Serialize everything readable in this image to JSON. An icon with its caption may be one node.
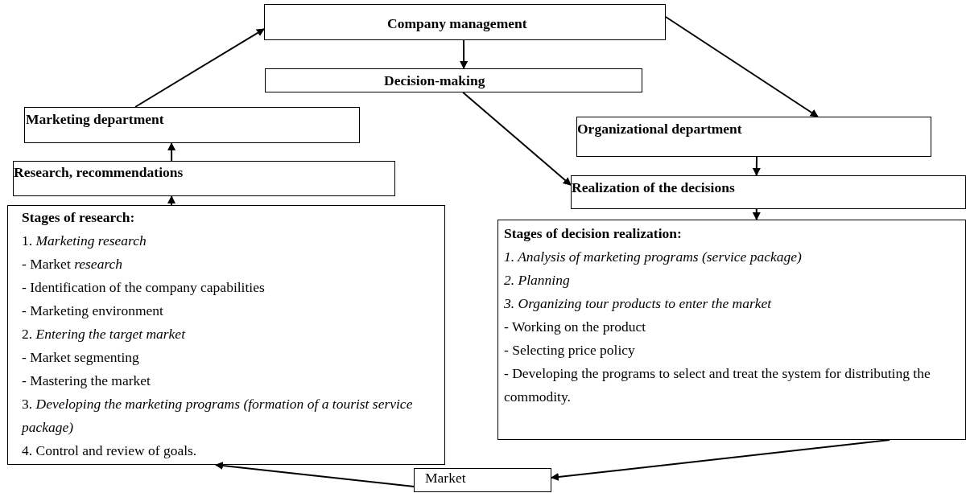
{
  "diagram": {
    "nodes": [
      {
        "text": [
          "Company management"
        ]
      },
      {
        "text": [
          "Decision-making"
        ]
      },
      {
        "text": [
          "Marketing department"
        ]
      },
      {
        "text": [
          "Organizational department"
        ]
      },
      {
        "text": [
          "Research, recommendations"
        ]
      },
      {
        "text": [
          "Realization of the decisions"
        ]
      },
      {
        "text": [
          "Stages of research:",
          "1. *Marketing research*",
          "- Market *research*",
          "- Identification of the company capabilities",
          "- Marketing environment",
          "2. *Entering the target market*",
          "- Market segmenting",
          "- Mastering the market",
          "3. *Developing the marketing programs (formation of a tourist service package)*",
          "4. Control and review of goals."
        ]
      },
      {
        "text": [
          "Stages of decision realization:",
          "*1. Analysis of marketing programs (service package)*",
          "*2. Planning*",
          "*3. Organizing tour products to enter the market*",
          "- Working on the product",
          "- Selecting price policy",
          "- Developing the programs to select and treat the system for distributing the commodity."
        ]
      },
      {
        "text": [
          "Market"
        ]
      }
    ],
    "edges": [
      {
        "from": 2,
        "to": 0,
        "arrow": "to"
      },
      {
        "from": 0,
        "to": 1,
        "arrow": "to"
      },
      {
        "from": 0,
        "to": 3,
        "arrow": "to"
      },
      {
        "from": 1,
        "to": 5,
        "arrow": "to"
      },
      {
        "from": 3,
        "to": 5,
        "arrow": "to"
      },
      {
        "from": 5,
        "to": 7,
        "arrow": "to"
      },
      {
        "from": 4,
        "to": 2,
        "arrow": "to"
      },
      {
        "from": 6,
        "to": 4,
        "arrow": "to"
      },
      {
        "from": 7,
        "to": 8,
        "arrow": "to"
      },
      {
        "from": 8,
        "to": 6,
        "arrow": "to"
      }
    ]
  }
}
